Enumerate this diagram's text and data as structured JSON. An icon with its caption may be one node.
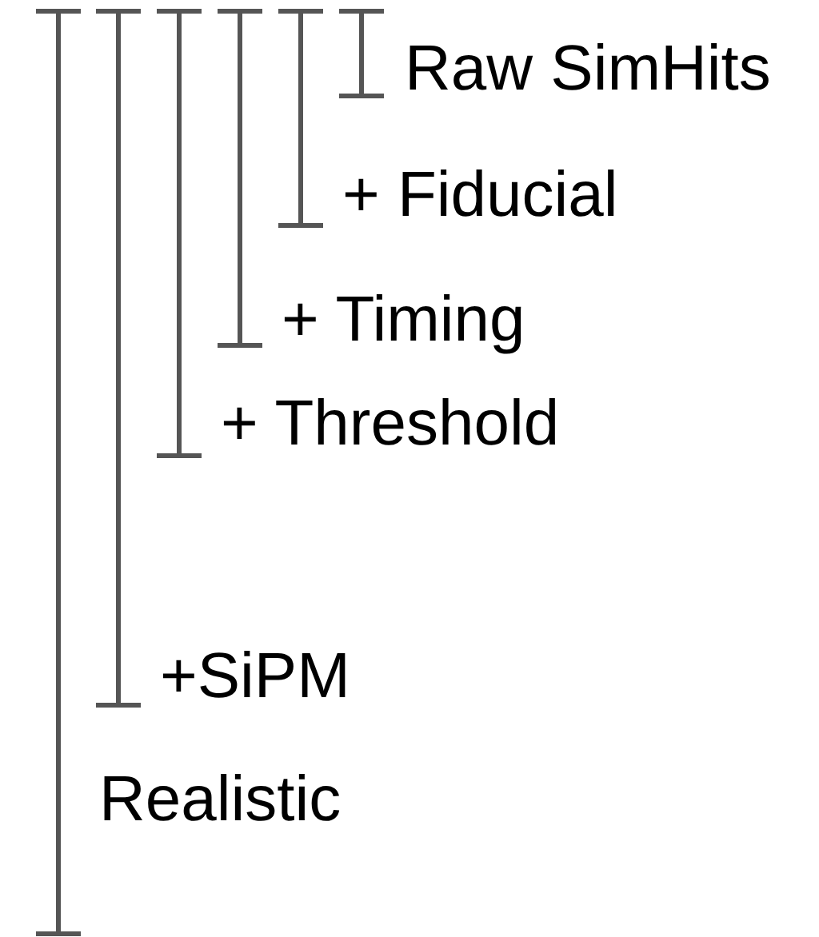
{
  "diagram": {
    "labels": [
      "Raw SimHits",
      "+ Fiducial",
      "+ Timing",
      "+ Threshold",
      "+SiPM",
      "Realistic"
    ]
  }
}
